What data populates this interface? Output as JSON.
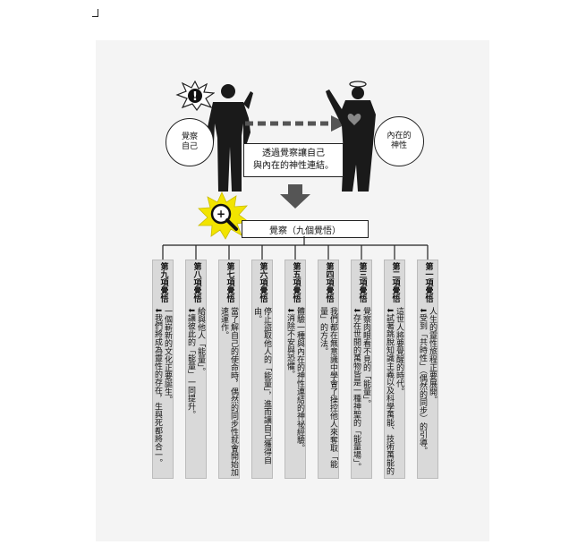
{
  "diagram": {
    "self_label": "覺察\n自己",
    "divine_label": "內在的\n神性",
    "connect_text": "透過覺察讓自己\n與內在的神性連結。",
    "main_title": "覺察（九個覺悟）",
    "exclamation": "!",
    "magnifier_symbol": "+",
    "awakenings": [
      {
        "title": "第九項覺悟",
        "body": "一個嶄新的文化正要誕生。\n⬇我們將成為靈性的存在，生與死都將合一。"
      },
      {
        "title": "第八項覺悟",
        "body": "給與他人「能量」。\n⬇讓彼此的「能量」一同提升。"
      },
      {
        "title": "第七項覺悟",
        "body": "當了解自己的使命時，偶然的同步性就會開始加速運作。\n⬇人生也會乘上宇宙的洪流，豁然開朗。"
      },
      {
        "title": "第六項覺悟",
        "body": "停止盜取他人的「能量」，進而讓自己獲得自由。\n⬇與內在的神性連結。"
      },
      {
        "title": "第五項覺悟",
        "body": "體驗一種與內在的神性連結的神祕經驗。\n⬇消除不安與恐懼。"
      },
      {
        "title": "第四項覺悟",
        "body": "我們都在無意識中學會了操控他人來奪取「能量」的方法。\n⬇這是所有紛爭的起源。"
      },
      {
        "title": "第三項覺悟",
        "body": "覺察肉眼看不見的「能量」。\n⬇存在世間的萬物皆是一種神聖的「能量場」。"
      },
      {
        "title": "第二項覺悟",
        "body": "這世人將要覺醒的時代。\n⬇試著跳脫知識主義以及科學萬能、技術萬能的既有想法。"
      },
      {
        "title": "第一項覺悟",
        "body": "人生的靈性旅程正要展開。\n⬇受到「共時性」（偶然的同步）的引導。"
      }
    ]
  },
  "colors": {
    "column_fill": "#d9d9d9",
    "figure": "#1a1a1a",
    "arrow": "#555555",
    "burst": "#f2e400"
  }
}
